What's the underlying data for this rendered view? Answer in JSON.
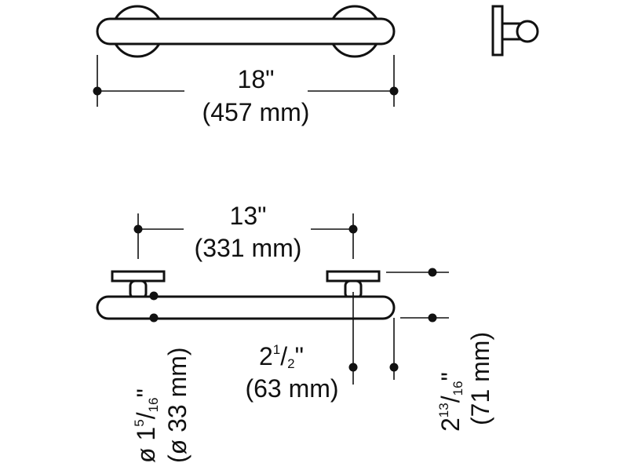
{
  "top_view": {
    "length_in": "18\"",
    "length_mm": "(457 mm)"
  },
  "front_view": {
    "span_in": "13\"",
    "span_mm": "(331 mm)",
    "diameter": {
      "symbol": "ø",
      "whole": "1",
      "num": "5",
      "den": "16",
      "inch": "\"",
      "mm": "(ø 33 mm)"
    },
    "projection": {
      "whole": "2",
      "num": "1",
      "den": "2",
      "inch": "\"",
      "mm": "(63 mm)"
    },
    "depth": {
      "whole": "2",
      "num": "13",
      "den": "16",
      "inch": "\"",
      "mm": "(71 mm)"
    }
  }
}
